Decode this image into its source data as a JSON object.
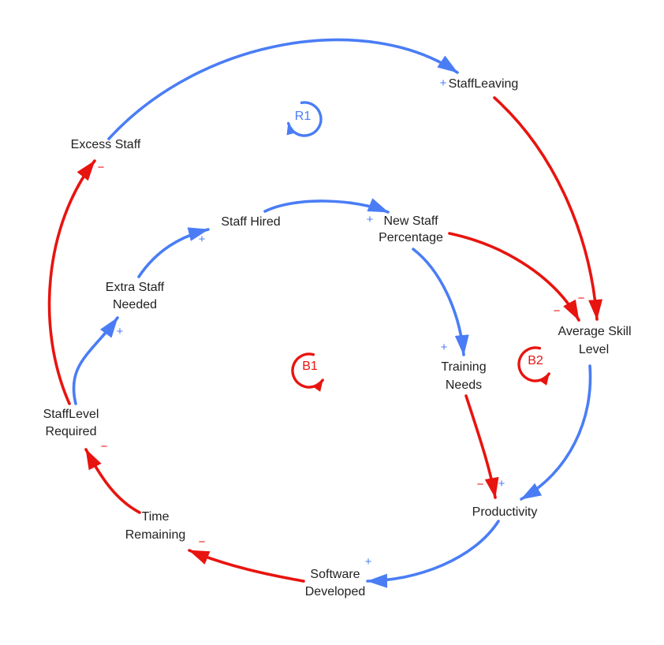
{
  "colors": {
    "positive": "#4a7df5",
    "negative": "#e8140f",
    "text": "#212121",
    "background": "#ffffff"
  },
  "nodes": {
    "excess_staff": {
      "label": "Excess Staff"
    },
    "staff_leaving": {
      "label": "StaffLeaving"
    },
    "staff_hired": {
      "label": "Staff Hired"
    },
    "new_staff_percentage": {
      "line1": "New Staff",
      "line2": "Percentage"
    },
    "extra_staff_needed": {
      "line1": "Extra Staff",
      "line2": "Needed"
    },
    "average_skill_level": {
      "line1": "Average Skill",
      "line2": "Level"
    },
    "training_needs": {
      "line1": "Training",
      "line2": "Needs"
    },
    "staff_level_required": {
      "line1": "StaffLevel",
      "line2": "Required"
    },
    "productivity": {
      "label": "Productivity"
    },
    "time_remaining": {
      "line1": "Time",
      "line2": "Remaining"
    },
    "software_developed": {
      "line1": "Software",
      "line2": "Developed"
    }
  },
  "loops": {
    "r1": {
      "label": "R1",
      "color": "#4a7df5"
    },
    "b1": {
      "label": "B1",
      "color": "#e8140f"
    },
    "b2": {
      "label": "B2",
      "color": "#e8140f"
    }
  },
  "edges": [
    {
      "from": "excess_staff",
      "to": "staff_leaving",
      "sign": "+"
    },
    {
      "from": "staff_level_required",
      "to": "excess_staff",
      "sign": "−"
    },
    {
      "from": "extra_staff_needed",
      "to": "staff_hired",
      "sign": "+"
    },
    {
      "from": "staff_hired",
      "to": "new_staff_percentage",
      "sign": "+"
    },
    {
      "from": "new_staff_percentage",
      "to": "training_needs",
      "sign": "+"
    },
    {
      "from": "new_staff_percentage",
      "to": "average_skill_level",
      "sign": "−"
    },
    {
      "from": "staff_leaving",
      "to": "average_skill_level",
      "sign": "−"
    },
    {
      "from": "average_skill_level",
      "to": "productivity",
      "sign": "+"
    },
    {
      "from": "training_needs",
      "to": "productivity",
      "sign": "−"
    },
    {
      "from": "productivity",
      "to": "software_developed",
      "sign": "+"
    },
    {
      "from": "software_developed",
      "to": "time_remaining",
      "sign": "−"
    },
    {
      "from": "time_remaining",
      "to": "staff_level_required",
      "sign": "−"
    },
    {
      "from": "staff_level_required",
      "to": "extra_staff_needed",
      "sign": "+"
    }
  ]
}
